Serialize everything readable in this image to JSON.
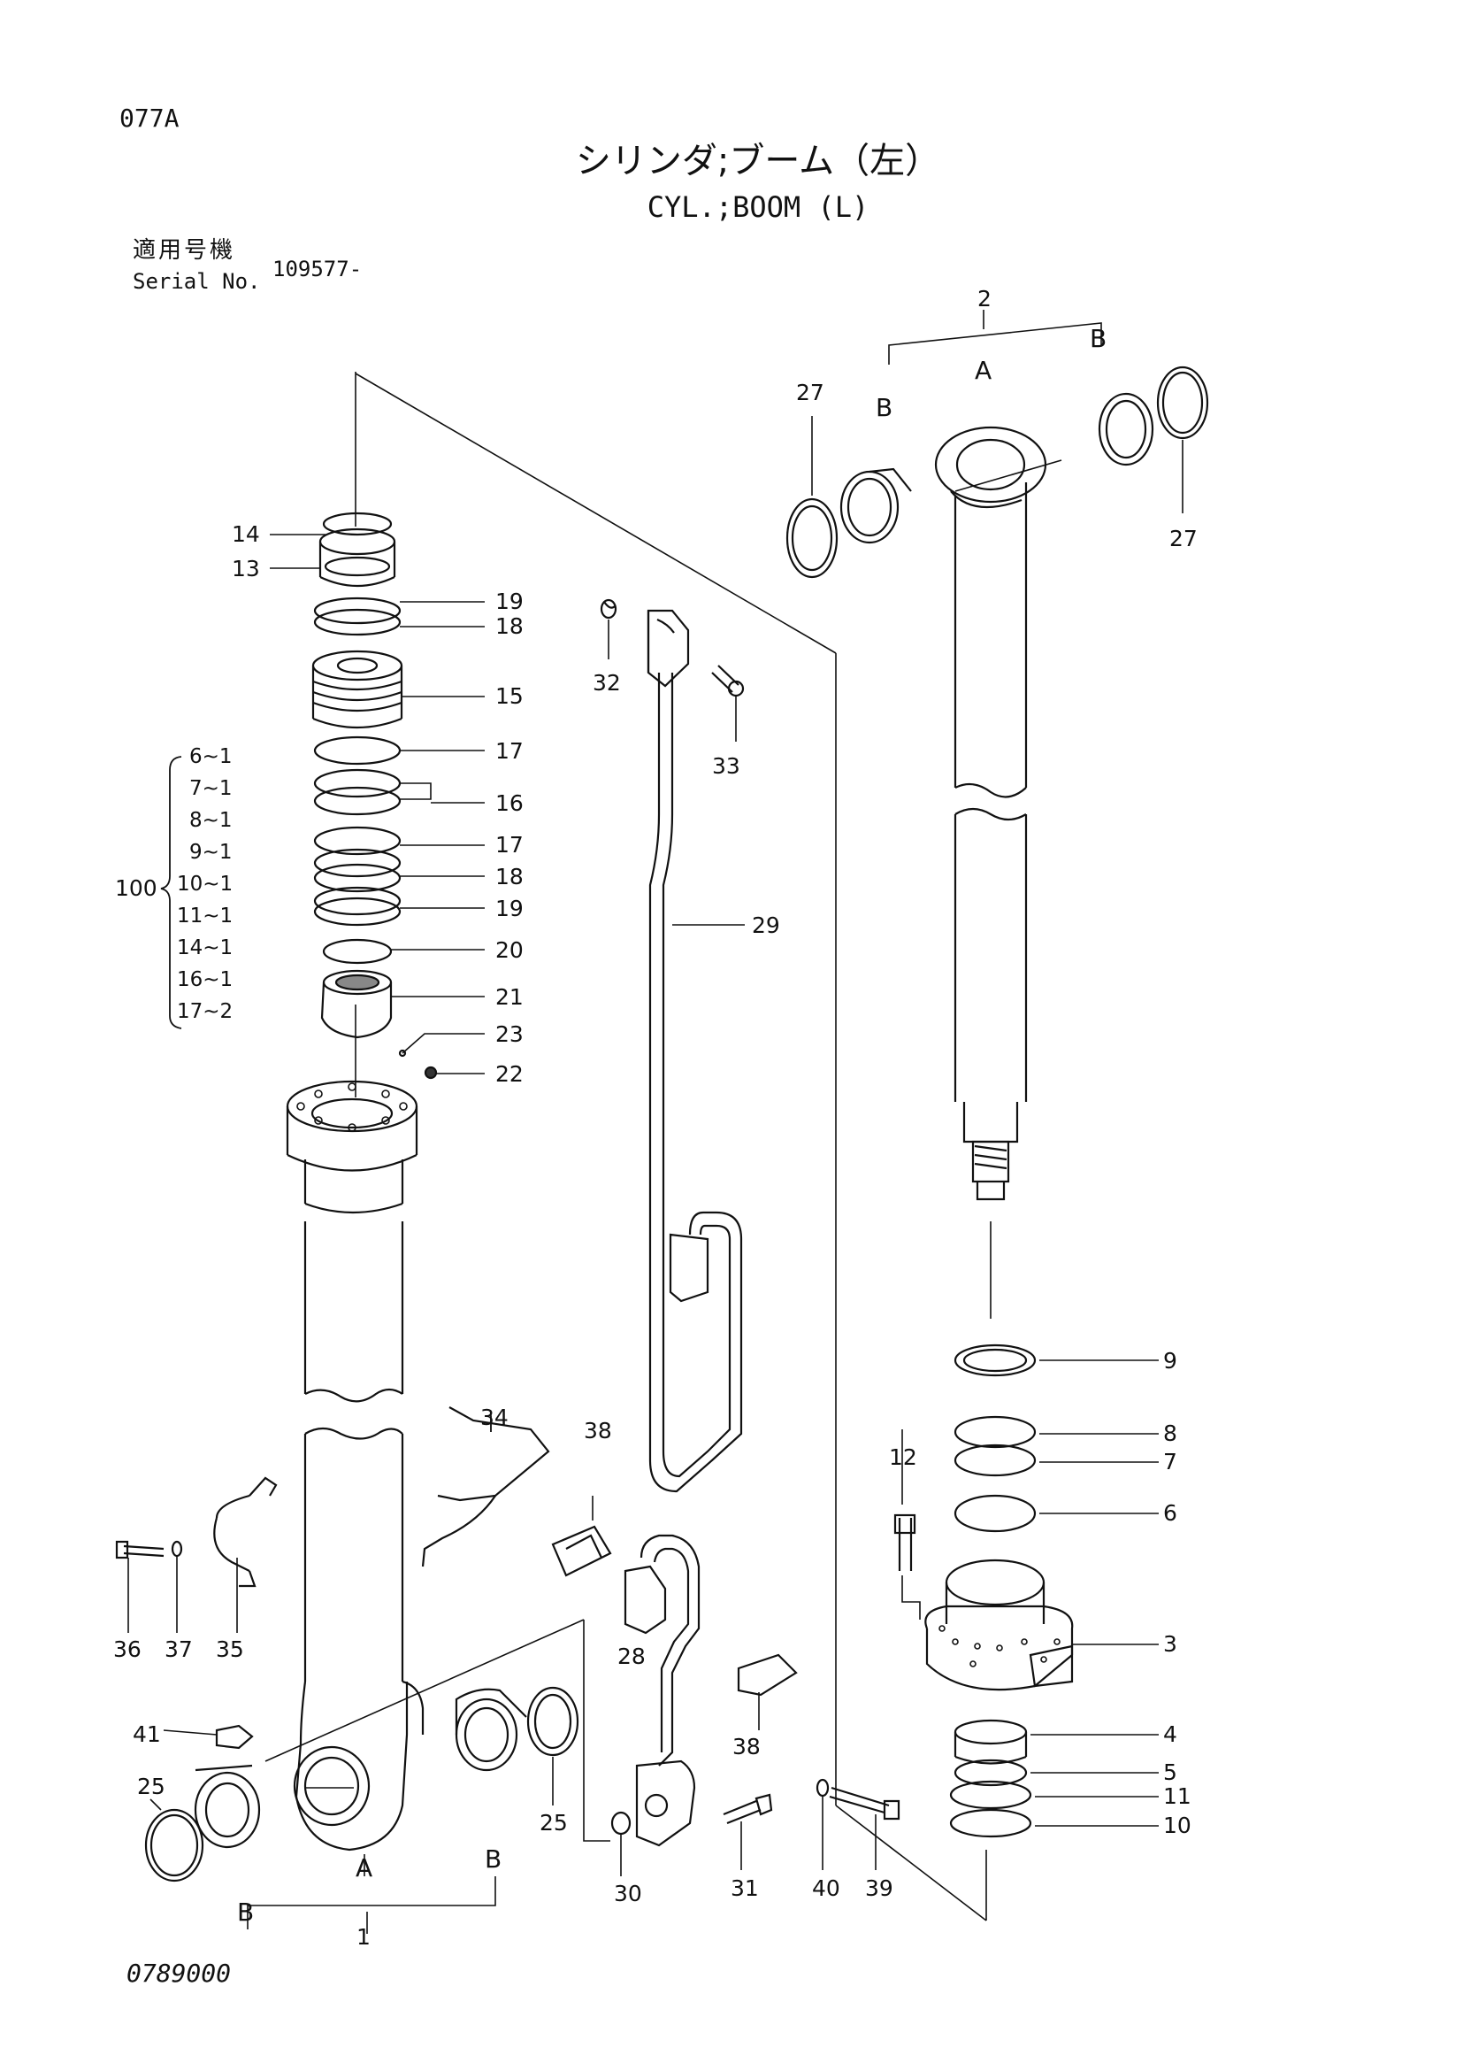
{
  "header": {
    "page_code": "077A",
    "title_jp": "シリンダ;ブーム（左）",
    "title_en": "CYL.;BOOM (L)",
    "serial_label_jp": "適用号機",
    "serial_label_en": "Serial No.",
    "serial_value": "109577-"
  },
  "footer": {
    "drawing_number": "0789000"
  },
  "callouts": {
    "c1": "1",
    "c2": "2",
    "c3": "3",
    "c4": "4",
    "c5": "5",
    "c6": "6",
    "c7": "7",
    "c8": "8",
    "c9": "9",
    "c10": "10",
    "c11": "11",
    "c12": "12",
    "c13": "13",
    "c14": "14",
    "c15": "15",
    "c16": "16",
    "c17a": "17",
    "c17b": "17",
    "c18a": "18",
    "c18b": "18",
    "c19a": "19",
    "c19b": "19",
    "c20": "20",
    "c21": "21",
    "c22": "22",
    "c23": "23",
    "c25a": "25",
    "c25b": "25",
    "c27a": "27",
    "c27b": "27",
    "c28": "28",
    "c29": "29",
    "c30": "30",
    "c31": "31",
    "c32": "32",
    "c33": "33",
    "c34": "34",
    "c35": "35",
    "c36": "36",
    "c37": "37",
    "c38a": "38",
    "c38b": "38",
    "c39": "39",
    "c40": "40",
    "c41": "41",
    "A1": "A",
    "B1a": "B",
    "B1b": "B",
    "A2": "A",
    "B2a": "B",
    "B2b": "B"
  },
  "kit": {
    "number": "100",
    "items": [
      "6~1",
      "7~1",
      "8~1",
      "9~1",
      "10~1",
      "11~1",
      "14~1",
      "16~1",
      "17~2"
    ]
  }
}
